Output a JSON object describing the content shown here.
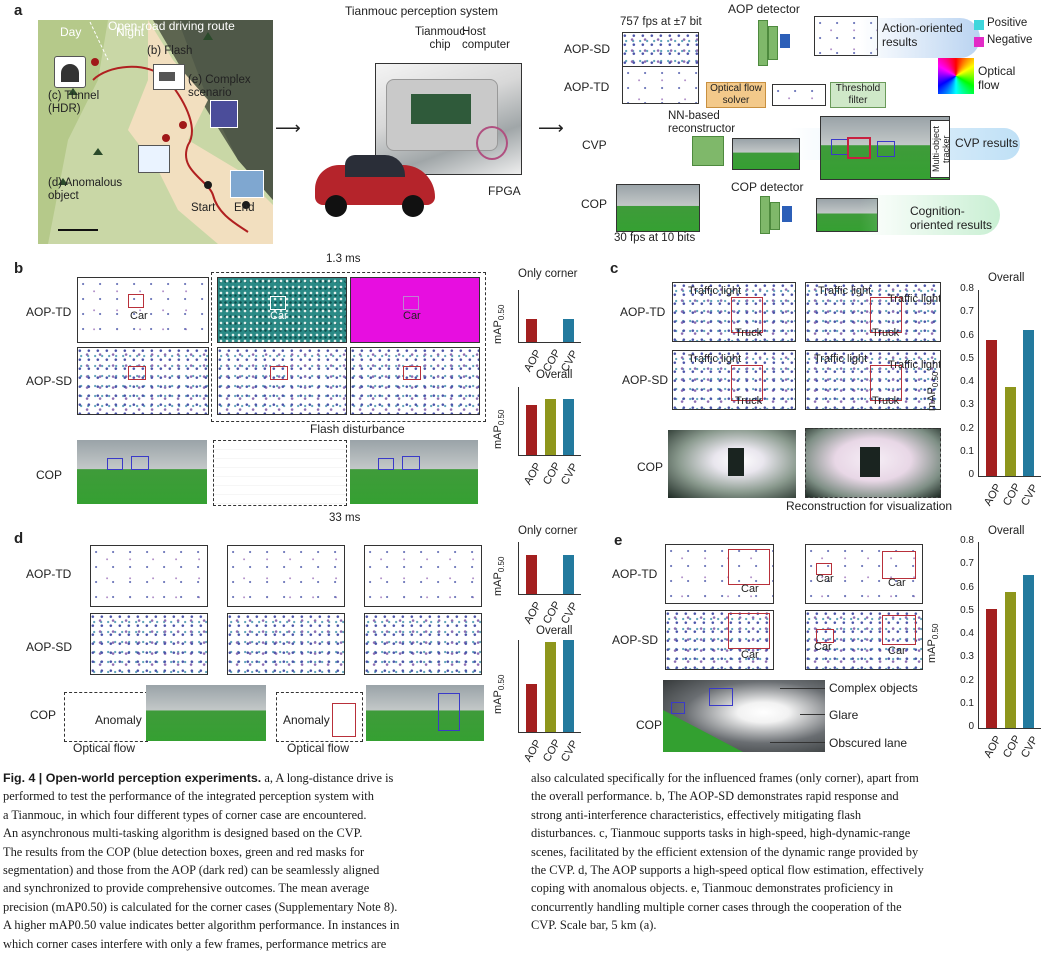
{
  "panel_a": {
    "label": "a",
    "map_title": "Open-road driving route",
    "day": "Day",
    "night": "Night",
    "flash": "(b) Flash",
    "complex": "(e) Complex scenario",
    "tunnel": "(c) Tunnel (HDR)",
    "anomalous": "(d) Anomalous object",
    "start": "Start",
    "end": "End",
    "system_title": "Tianmouc perception system",
    "chip": "Tianmouc chip",
    "host": "Host computer",
    "fpga": "FPGA",
    "fps_top": "757 fps at ±7 bit",
    "aop_sd": "AOP-SD",
    "aop_td": "AOP-TD",
    "cvp": "CVP",
    "cop": "COP",
    "fps_bottom": "30 fps at 10 bits",
    "aop_detector": "AOP detector",
    "action_results": "Action-oriented results",
    "positive": "Positive",
    "negative": "Negative",
    "optical_flow": "Optical flow",
    "optical_flow_solver": "Optical flow solver",
    "threshold_filter": "Threshold filter",
    "nn_reconstructor": "NN-based reconstructor",
    "multi_tracker": "Multi-object tracker",
    "cvp_results": "CVP results",
    "cop_detector": "COP detector",
    "cognition_results": "Cognition-oriented results"
  },
  "panel_b": {
    "label": "b",
    "aop_td": "AOP-TD",
    "aop_sd": "AOP-SD",
    "cop": "COP",
    "car": "Car",
    "time_top": "1.3 ms",
    "time_bottom": "33 ms",
    "flash_disturbance": "Flash disturbance"
  },
  "panel_c": {
    "label": "c",
    "aop_td": "AOP-TD",
    "aop_sd": "AOP-SD",
    "cop": "COP",
    "traffic_light": "Traffic light",
    "truck": "Truck",
    "reconstruction": "Reconstruction for visualization"
  },
  "panel_d": {
    "label": "d",
    "aop_td": "AOP-TD",
    "aop_sd": "AOP-SD",
    "cop": "COP",
    "anomaly": "Anomaly",
    "optical_flow": "Optical flow"
  },
  "panel_e": {
    "label": "e",
    "aop_td": "AOP-TD",
    "aop_sd": "AOP-SD",
    "cop": "COP",
    "car": "Car",
    "complex_objects": "Complex objects",
    "glare": "Glare",
    "obscured_lane": "Obscured lane"
  },
  "chart_data": [
    {
      "id": "b_only",
      "type": "bar",
      "title": "Only corner",
      "ylabel": "mAP0.50",
      "categories": [
        "AOP",
        "COP",
        "CVP"
      ],
      "values": [
        0.22,
        0.0,
        0.22
      ],
      "ylim": [
        0,
        0.5
      ],
      "colors": [
        "#a31f1f",
        "#8e961c",
        "#237a9e"
      ]
    },
    {
      "id": "b_overall",
      "type": "bar",
      "title": "Overall",
      "ylabel": "mAP0.50",
      "categories": [
        "AOP",
        "COP",
        "CVP"
      ],
      "values": [
        0.37,
        0.41,
        0.41
      ],
      "ylim": [
        0,
        0.5
      ],
      "colors": [
        "#a31f1f",
        "#8e961c",
        "#237a9e"
      ]
    },
    {
      "id": "c_overall",
      "type": "bar",
      "title": "Overall",
      "ylabel": "mAP0.50",
      "categories": [
        "AOP",
        "COP",
        "CVP"
      ],
      "values": [
        0.585,
        0.385,
        0.63
      ],
      "ylim": [
        0,
        0.8
      ],
      "ticks": [
        "0",
        "0.1",
        "0.2",
        "0.3",
        "0.4",
        "0.5",
        "0.6",
        "0.7",
        "0.8"
      ],
      "colors": [
        "#a31f1f",
        "#8e961c",
        "#237a9e"
      ]
    },
    {
      "id": "d_only",
      "type": "bar",
      "title": "Only corner",
      "ylabel": "mAP0.50",
      "categories": [
        "AOP",
        "COP",
        "CVP"
      ],
      "values": [
        0.6,
        0.0,
        0.6
      ],
      "ylim": [
        0,
        0.8
      ],
      "colors": [
        "#a31f1f",
        "#8e961c",
        "#237a9e"
      ]
    },
    {
      "id": "d_overall",
      "type": "bar",
      "title": "Overall",
      "ylabel": "mAP0.50",
      "categories": [
        "AOP",
        "COP",
        "CVP"
      ],
      "values": [
        0.42,
        0.78,
        0.8
      ],
      "ylim": [
        0,
        0.8
      ],
      "colors": [
        "#a31f1f",
        "#8e961c",
        "#237a9e"
      ]
    },
    {
      "id": "e_overall",
      "type": "bar",
      "title": "Overall",
      "ylabel": "mAP0.50",
      "categories": [
        "AOP",
        "COP",
        "CVP"
      ],
      "values": [
        0.51,
        0.585,
        0.66
      ],
      "ylim": [
        0,
        0.8
      ],
      "ticks": [
        "0",
        "0.1",
        "0.2",
        "0.3",
        "0.4",
        "0.5",
        "0.6",
        "0.7",
        "0.8"
      ],
      "colors": [
        "#a31f1f",
        "#8e961c",
        "#237a9e"
      ]
    }
  ],
  "caption": {
    "fig": "Fig. 4 | Open-world perception experiments.",
    "left_lines": [
      " a, A long-distance drive is",
      "performed to test the performance of the integrated perception system with",
      "a Tianmouc, in which four different types of corner case are encountered.",
      "An asynchronous multi-tasking algorithm is designed based on the CVP.",
      "The results from the COP (blue detection boxes, green and red masks for",
      "segmentation) and those from the AOP (dark red) can be seamlessly aligned",
      "and synchronized to provide comprehensive outcomes. The mean average",
      "precision (mAP0.50) is calculated for the corner cases (Supplementary Note 8).",
      "A higher mAP0.50 value indicates better algorithm performance. In instances in",
      "which corner cases interfere with only a few frames, performance metrics are"
    ],
    "right_lines": [
      "also calculated specifically for the influenced frames (only corner), apart from",
      "the overall performance. b, The AOP-SD demonstrates rapid response and",
      "strong anti-interference characteristics, effectively mitigating flash",
      "disturbances. c, Tianmouc supports tasks in high-speed, high-dynamic-range",
      "scenes, facilitated by the efficient extension of the dynamic range provided by",
      "the CVP. d, The AOP supports a high-speed optical flow estimation, effectively",
      "coping with anomalous objects. e, Tianmouc demonstrates proficiency in",
      "concurrently handling multiple corner cases through the cooperation of the",
      "CVP. Scale bar, 5 km (a)."
    ]
  }
}
